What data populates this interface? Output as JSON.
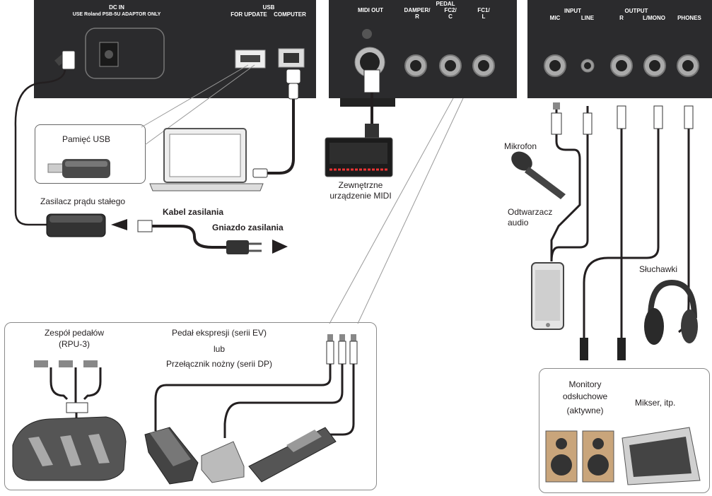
{
  "panel_left": {
    "dc_in": "DC IN",
    "adaptor_note": "USE Roland PSB-5U ADAPTOR ONLY",
    "usb_header": "USB",
    "usb_update": "FOR UPDATE",
    "usb_computer": "COMPUTER"
  },
  "panel_mid": {
    "midi_out": "MIDI OUT",
    "pedal_header": "PEDAL",
    "damper_1": "DAMPER/",
    "damper_2": "R",
    "fc2_1": "FC2/",
    "fc2_2": "C",
    "fc1_1": "FC1/",
    "fc1_2": "L"
  },
  "panel_right": {
    "input_header": "INPUT",
    "mic": "MIC",
    "line": "LINE",
    "output_header": "OUTPUT",
    "r": "R",
    "l_mono": "L/MONO",
    "phones": "PHONES"
  },
  "labels": {
    "usb_memory": "Pamięć USB",
    "dc_adapter": "Zasilacz prądu stałego",
    "power_cable": "Kabel zasilania",
    "power_outlet": "Gniazdo zasilania",
    "midi_device_1": "Zewnętrzne",
    "midi_device_2": "urządzenie MIDI",
    "microphone": "Mikrofon",
    "audio_player_1": "Odtwarzacz",
    "audio_player_2": "audio",
    "headphones": "Słuchawki",
    "pedal_unit_1": "Zespół pedałów",
    "pedal_unit_2": "(RPU-3)",
    "expression_pedal": "Pedał ekspresji (serii EV)",
    "or": "lub",
    "footswitch": "Przełącznik nożny (serii DP)",
    "monitors_1": "Monitory",
    "monitors_2": "odsłuchowe",
    "monitors_3": "(aktywne)",
    "mixer": "Mikser, itp."
  },
  "colors": {
    "panel": "#2b2b2d",
    "panel_text": "#ffffff",
    "line": "#231f20",
    "box_border": "#8a8a8a"
  }
}
